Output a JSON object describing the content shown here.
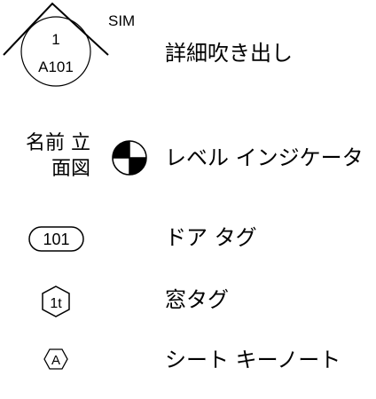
{
  "legend": {
    "detail_callout": {
      "label": "詳細吹き出し",
      "number": "1",
      "sheet": "A101",
      "sim": "SIM"
    },
    "level_indicator": {
      "label": "レベル インジケータ",
      "name_line1": "名前 立",
      "name_line2": "面図"
    },
    "door_tag": {
      "label": "ドア タグ",
      "value": "101"
    },
    "window_tag": {
      "label": "窓タグ",
      "value": "1t"
    },
    "sheet_keynote": {
      "label": "シート キーノート",
      "value": "A"
    }
  }
}
